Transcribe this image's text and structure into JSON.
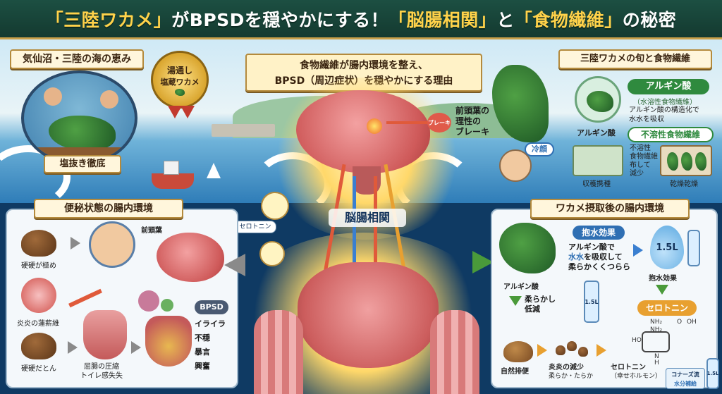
{
  "title": {
    "part1": "「三陸ワカメ」",
    "part2": "がBPSDを穏やかにする！",
    "part3": "「脳腸相関」",
    "part4": "と",
    "part5": "「食物繊維」",
    "part6": "の秘密"
  },
  "top_left": {
    "banner": "気仙沼・三陸の海の恵み",
    "medal_line1": "湯通し",
    "medal_line2": "塩蔵ワカメ",
    "caption": "塩抜き徹底"
  },
  "center_top": {
    "banner_line1": "食物繊維が腸内環境を整え、",
    "banner_line2": "BPSD（周辺症状）を穏やかにする理由",
    "brake_tag": "ブレーキ",
    "prefrontal_label_line1": "前頭葉の",
    "prefrontal_label_line2": "理性の",
    "prefrontal_label_line3": "ブレーキ",
    "serotonin_tag": "セロトニン",
    "gut_brain_label": "脳腸相関"
  },
  "top_right": {
    "banner": "三陸ワカメの旬と食物繊維",
    "alginate_pill": "アルギン酸",
    "alginate_sub": "（水溶性食物繊維）",
    "alginate_desc_line1": "アルギン酸の構造化で",
    "alginate_desc_line2": "水水を吸収",
    "alginate_label": "アルギン酸",
    "insoluble_pill": "不溶性食物繊維",
    "insoluble_desc_line1": "不溶性",
    "insoluble_desc_line2": "食物繊維",
    "insoluble_desc_line3": "布して",
    "insoluble_desc_line4": "減少",
    "cold_face": "冷顔",
    "harvest": "収穫携種",
    "drying": "乾燥乾燥"
  },
  "bottom_left": {
    "banner": "便秘状態の腸内環境",
    "hard_stool1": "硬硬が極め",
    "inflam": "炎炎の蓮薪維",
    "hard_stool2": "硬硬だとん",
    "frontal": "前頭葉",
    "compress_line1": "屈腸の圧縮",
    "compress_line2": "トイレ感失失",
    "bpsd_tag": "BPSD",
    "symptoms": [
      "イライラ",
      "不穏",
      "暴言",
      "興奮"
    ]
  },
  "bottom_right": {
    "banner": "ワカメ摂取後の腸内環境",
    "water_pill": "抱水効果",
    "water_desc_line1": "アルギン酸で",
    "water_desc_line2_a": "水水",
    "water_desc_line2_b": "を吸収して",
    "water_desc_line3": "柔らかくくつらら",
    "bottle_big": "1.5L",
    "water_effect": "抱水効果",
    "alginate_label": "アルギン酸",
    "soften_line1": "柔らかし",
    "soften_line2": "低減",
    "bottle_small": "1.5L",
    "serotonin_pill": "セロトニン",
    "natural": "自然排便",
    "reduce_line1": "炎炎の減少",
    "reduce_line2": "柔らか・たらか",
    "serotonin_label_line1": "セロトニン",
    "serotonin_label_line2": "（幸せホルモン）",
    "corner_line1": "コナーズ流",
    "corner_line2": "水分補給",
    "corner_bottle": "1.5L",
    "molecule_labels": [
      "NH₂",
      "O",
      "OH",
      "NH₂",
      "HO",
      "N",
      "H"
    ]
  }
}
